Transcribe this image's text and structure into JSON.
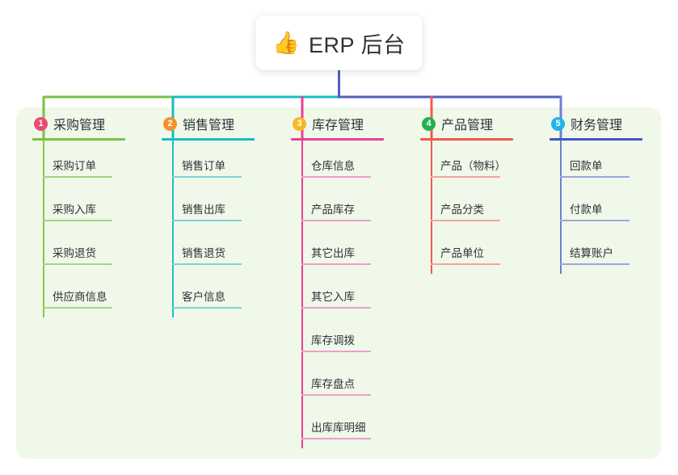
{
  "root": {
    "icon": "thumbs-up-icon",
    "icon_glyph": "👍",
    "title": "ERP 后台"
  },
  "panel": {
    "background": "#eff8e9"
  },
  "connector": {
    "stem_color": "#4f5ec2",
    "bus_color": "#4f5ec2"
  },
  "columns": [
    {
      "number": "1",
      "title": "采购管理",
      "badge_color": "#ec4a72",
      "rule_color": "#7ac143",
      "line_color": "#8cc63f",
      "leaf_rule_color": "#a9d286",
      "drop_color": "#7ac143",
      "bus_color": "#7ac143",
      "items": [
        "采购订单",
        "采购入库",
        "采购退货",
        "供应商信息"
      ]
    },
    {
      "number": "2",
      "title": "销售管理",
      "badge_color": "#f5902b",
      "rule_color": "#16bdc4",
      "line_color": "#1fc0c6",
      "leaf_rule_color": "#79d4d8",
      "drop_color": "#16bdc4",
      "bus_color": "#16bdc4",
      "items": [
        "销售订单",
        "销售出库",
        "销售退货",
        "客户信息"
      ]
    },
    {
      "number": "3",
      "title": "库存管理",
      "badge_color": "#f7b821",
      "rule_color": "#ea3e9a",
      "line_color": "#ea3e9a",
      "leaf_rule_color": "#f09ec8",
      "drop_color": "#ea3e9a",
      "bus_color": "#4f5ec2",
      "items": [
        "仓库信息",
        "产品库存",
        "其它出库",
        "其它入库",
        "库存调拨",
        "库存盘点",
        "出库库明细"
      ]
    },
    {
      "number": "4",
      "title": "产品管理",
      "badge_color": "#22b24c",
      "rule_color": "#f4584e",
      "line_color": "#f4584e",
      "leaf_rule_color": "#f7a39d",
      "drop_color": "#f4584e",
      "bus_color": "#4f5ec2",
      "items": [
        "产品（物料）",
        "产品分类",
        "产品单位"
      ]
    },
    {
      "number": "5",
      "title": "财务管理",
      "badge_color": "#21b5e6",
      "rule_color": "#4355c4",
      "line_color": "#6d7fd4",
      "leaf_rule_color": "#9aa7e0",
      "drop_color": "#6d7fd4",
      "bus_color": "#4f5ec2",
      "items": [
        "回款单",
        "付款单",
        "结算账户"
      ]
    }
  ]
}
